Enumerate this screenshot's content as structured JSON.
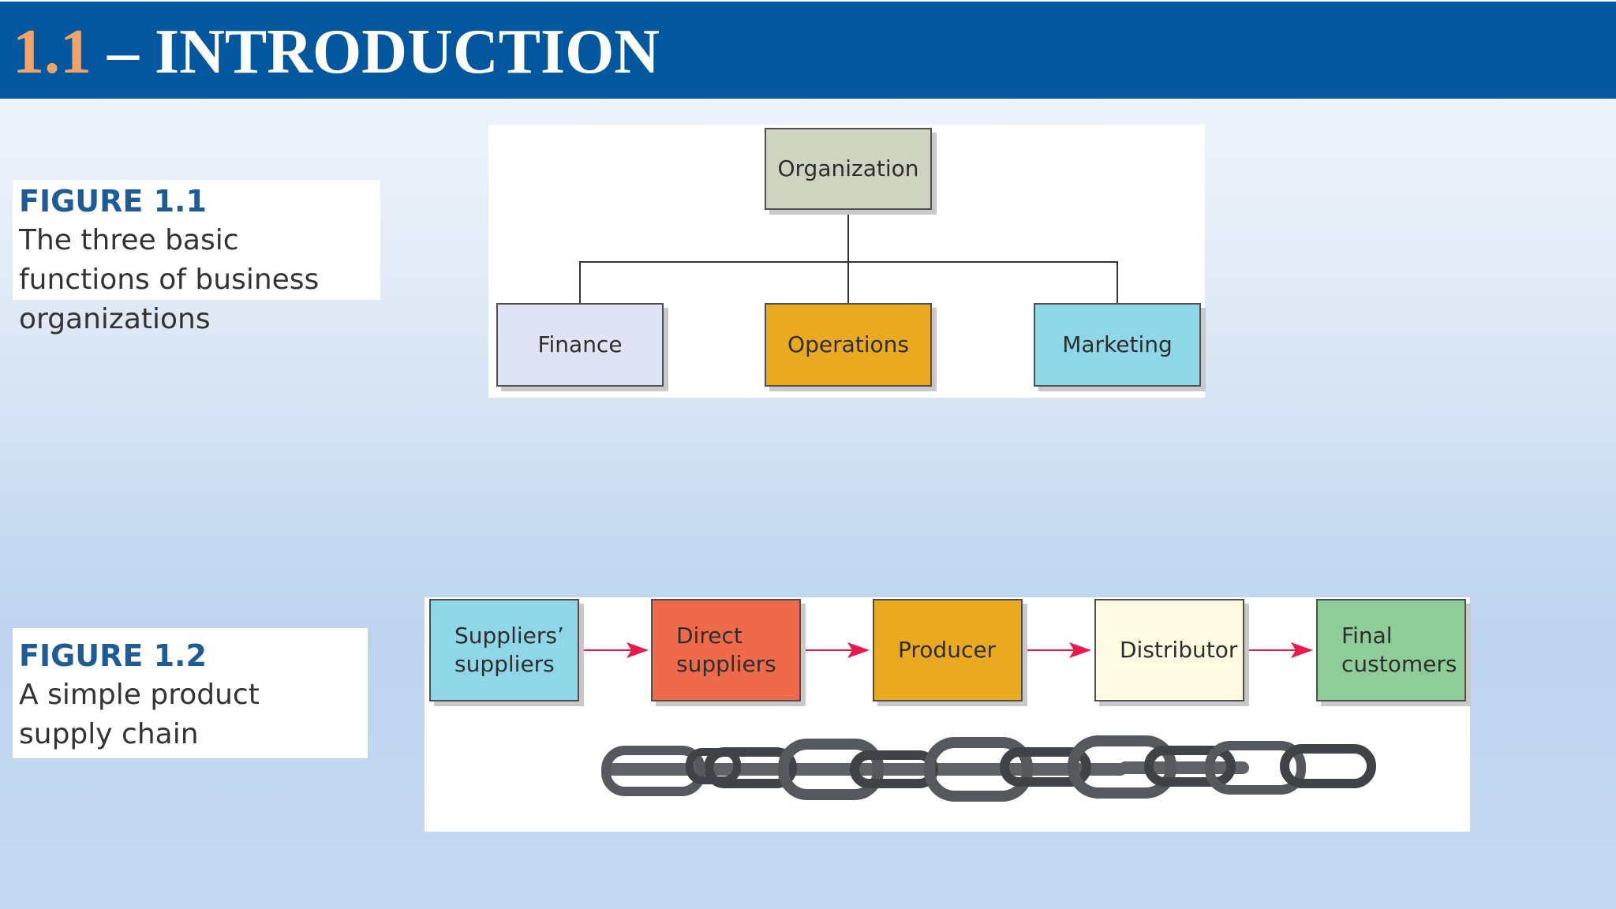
{
  "header": {
    "number": "1.1",
    "title": " – INTRODUCTION"
  },
  "figure1": {
    "label": "FIGURE 1.1",
    "caption": "The three basic functions of business organizations",
    "nodes": {
      "root": "Organization",
      "finance": "Finance",
      "operations": "Operations",
      "marketing": "Marketing"
    }
  },
  "figure2": {
    "label": "FIGURE 1.2",
    "caption": "A simple product supply chain",
    "steps": {
      "suppliers_line1": "Suppliers’",
      "suppliers_line2": "suppliers",
      "direct_line1": "Direct",
      "direct_line2": "suppliers",
      "producer": "Producer",
      "distributor": "Distributor",
      "final_line1": "Final",
      "final_line2": "customers"
    }
  },
  "colors": {
    "header_bg": "#02579f",
    "header_number": "#f0a46b",
    "figure_label": "#1f5b97",
    "organization": "#cfd4c0",
    "finance": "#dfe3f3",
    "operations": "#e9a921",
    "marketing": "#8fd6e6",
    "suppliers_suppliers": "#8fd6e6",
    "direct_suppliers": "#ee6a4a",
    "producer": "#e9a921",
    "distributor": "#fffbe0",
    "final_customers": "#8ecd98",
    "arrow": "#e8194b"
  }
}
